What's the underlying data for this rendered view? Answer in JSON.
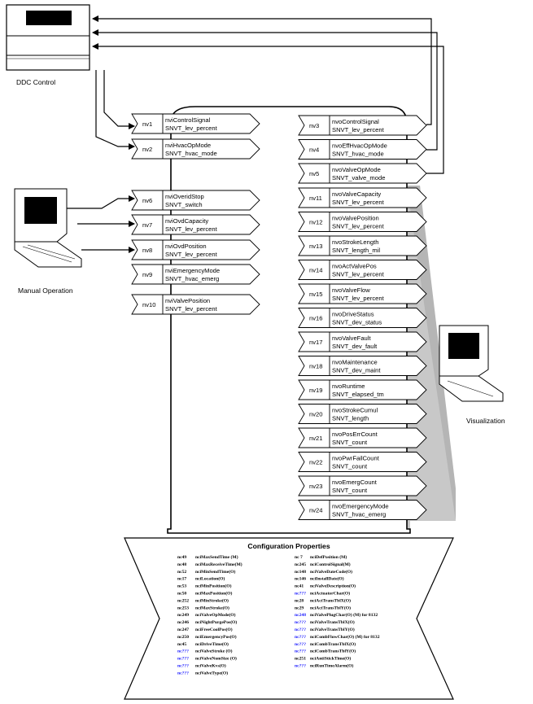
{
  "labels": {
    "ddc": "DDC Control",
    "manual": "Manual Operation",
    "visualization": "Visualization"
  },
  "inputs": [
    {
      "nv": "nv1",
      "name": "nviControlSignal",
      "type": "SNVT_lev_percent"
    },
    {
      "nv": "nv2",
      "name": "nviHvacOpMode",
      "type": "SNVT_hvac_mode"
    },
    {
      "nv": "nv6",
      "name": "nviOveridStop",
      "type": "SNVT_switch"
    },
    {
      "nv": "nv7",
      "name": "nviOvdCapacity",
      "type": "SNVT_lev_percent"
    },
    {
      "nv": "nv8",
      "name": "nviOvdPosition",
      "type": "SNVT_lev_percent"
    },
    {
      "nv": "nv9",
      "name": "nviEmergencyMode",
      "type": "SNVT_hvac_emerg"
    },
    {
      "nv": "nv10",
      "name": "nviValvePosition",
      "type": "SNVT_lev_percent"
    }
  ],
  "outputs": [
    {
      "nv": "nv3",
      "name": "nvoControlSignal",
      "type": "SNVT_lev_percent"
    },
    {
      "nv": "nv4",
      "name": "nvoEffHvacOpMode",
      "type": "SNVT_hvac_mode"
    },
    {
      "nv": "nv5",
      "name": "nvoValveOpMode",
      "type": "SNVT_valve_mode"
    },
    {
      "nv": "nv11",
      "name": "nvoValveCapacity",
      "type": "SNVT_lev_percent"
    },
    {
      "nv": "nv12",
      "name": "nvoValvePosition",
      "type": "SNVT_lev_percent"
    },
    {
      "nv": "nv13",
      "name": "nvoStrokeLength",
      "type": "SNVT_length_mil"
    },
    {
      "nv": "nv14",
      "name": "nvoActValvePos",
      "type": "SNVT_lev_percent"
    },
    {
      "nv": "nv15",
      "name": "nvoValveFlow",
      "type": "SNVT_lev_percent"
    },
    {
      "nv": "nv16",
      "name": "nvoDriveStatus",
      "type": "SNVT_dev_status"
    },
    {
      "nv": "nv17",
      "name": "nvoValveFault",
      "type": "SNVT_dev_fault"
    },
    {
      "nv": "nv18",
      "name": "nvoMaintenance",
      "type": "SNVT_dev_maint"
    },
    {
      "nv": "nv19",
      "name": "nvoRuntime",
      "type": "SNVT_elapsed_tm"
    },
    {
      "nv": "nv20",
      "name": "nvoStrokeCumul",
      "type": "SNVT_length"
    },
    {
      "nv": "nv21",
      "name": "nvoPosErrCount",
      "type": "SNVT_count"
    },
    {
      "nv": "nv22",
      "name": "nvoPwrFailCount",
      "type": "SNVT_count"
    },
    {
      "nv": "nv23",
      "name": "nvoEmergCount",
      "type": "SNVT_count"
    },
    {
      "nv": "nv24",
      "name": "nvoEmergencyMode",
      "type": "SNVT_hvac_emerg"
    }
  ],
  "config": {
    "title": "Configuration Properties",
    "left": [
      {
        "nc": "nc49",
        "name": "nciMaxSendTime (M)"
      },
      {
        "nc": "nc48",
        "name": "nciMaxReceiveTime(M)"
      },
      {
        "nc": "nc52",
        "name": "nciMinSendTime(O)"
      },
      {
        "nc": "nc17",
        "name": "nciLocation(O)"
      },
      {
        "nc": "nc53",
        "name": "nciMinPosition(O)"
      },
      {
        "nc": "nc50",
        "name": "nciMaxPosition(O)"
      },
      {
        "nc": "nc252",
        "name": "nciMinStroke(O)"
      },
      {
        "nc": "nc253",
        "name": "nciMaxStroke(O)"
      },
      {
        "nc": "nc249",
        "name": "nciValveOpMode(O)"
      },
      {
        "nc": "nc246",
        "name": "nciNightPurgePos(O)"
      },
      {
        "nc": "nc247",
        "name": "nciFreeCoolPos(O)"
      },
      {
        "nc": "nc250",
        "name": "nciEmergencyPos(O)"
      },
      {
        "nc": "nc45",
        "name": "nciDriveTime(O)"
      },
      {
        "nc": "nc???",
        "name": "nciValveStroke (O)",
        "blue": true
      },
      {
        "nc": "nc???",
        "name": "nciValveNomSize (O)",
        "blue": true
      },
      {
        "nc": "nc???",
        "name": "nciValveKvs(O)",
        "blue": true
      },
      {
        "nc": "nc???",
        "name": "nciValveType(O)",
        "blue": true
      }
    ],
    "right": [
      {
        "nc": "nc 7",
        "name": "nciDefPosition (M)"
      },
      {
        "nc": "nc245",
        "name": "nciControlSignal(M)"
      },
      {
        "nc": "nc148",
        "name": "nciValveDateCode(O)"
      },
      {
        "nc": "nc146",
        "name": "nciInstallDate(O)"
      },
      {
        "nc": "nc41",
        "name": "nciValveDescription(O)"
      },
      {
        "nc": "nc???",
        "name": "nciActuatorChar(O)",
        "blue": true
      },
      {
        "nc": "nc28",
        "name": "nciActTransTblX(O)"
      },
      {
        "nc": "nc29",
        "name": "nciActTransTblY(O)"
      },
      {
        "nc": "nc248",
        "name": "nciValvePlugChar(O)  (M) for 8132",
        "blue": true
      },
      {
        "nc": "nc???",
        "name": "nciValveTransTblX(O)",
        "blue": true
      },
      {
        "nc": "nc???",
        "name": "nciValveTransTblY(O)",
        "blue": true
      },
      {
        "nc": "nc???",
        "name": "nciCombFlowChar(O)  (M) for 8132",
        "blue": true
      },
      {
        "nc": "nc???",
        "name": "nciCombTransTblX(O)",
        "blue": true
      },
      {
        "nc": "nc???",
        "name": "nciCombTransTblY(O)",
        "blue": true
      },
      {
        "nc": "nc251",
        "name": "nciAntiStickTime(O)"
      },
      {
        "nc": "nc???",
        "name": "nciRunTimeAlarm(O)",
        "blue": true
      }
    ]
  }
}
